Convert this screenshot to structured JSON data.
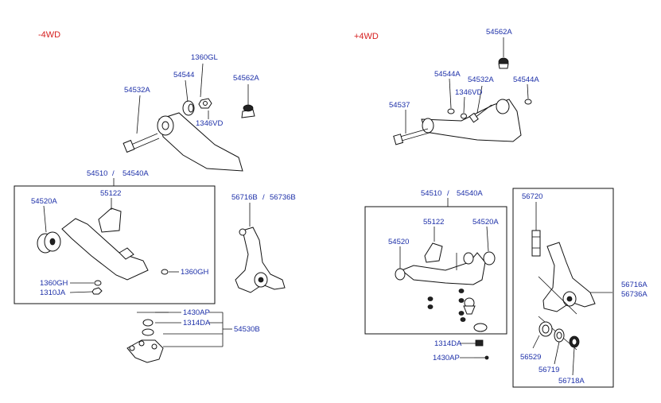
{
  "colors": {
    "section_header": "#d62020",
    "part_label": "#1c2fa8",
    "line": "#111111"
  },
  "left": {
    "header": "-4WD",
    "labels": {
      "p1360GL": "1360GL",
      "p54544": "54544",
      "p54562A": "54562A",
      "p54532A": "54532A",
      "p1346VD": "1346VD",
      "p54510": "54510",
      "p54540A": "54540A",
      "p54520A": "54520A",
      "p55122": "55122",
      "p56716B": "56716B",
      "p56736B": "56736B",
      "p1360GH_left": "1360GH",
      "p1310JA": "1310JA",
      "p1360GH_right": "1360GH",
      "p1430AP": "1430AP",
      "p1314DA": "1314DA",
      "p54530B": "54530B"
    }
  },
  "right": {
    "header": "+4WD",
    "labels": {
      "p54562A": "54562A",
      "p54544A_left": "54544A",
      "p54532A": "54532A",
      "p54544A_right": "54544A",
      "p1346VD": "1346VD",
      "p54537": "54537",
      "p54510": "54510",
      "p54540A": "54540A",
      "p55122": "55122",
      "p54520A": "54520A",
      "p54520": "54520",
      "p56720": "56720",
      "p56716A": "56716A",
      "p56736A": "56736A",
      "p56529": "56529",
      "p56719": "56719",
      "p56718A": "56718A",
      "p1314DA": "1314DA",
      "p1430AP": "1430AP"
    }
  },
  "separators": {
    "slash": "/"
  }
}
